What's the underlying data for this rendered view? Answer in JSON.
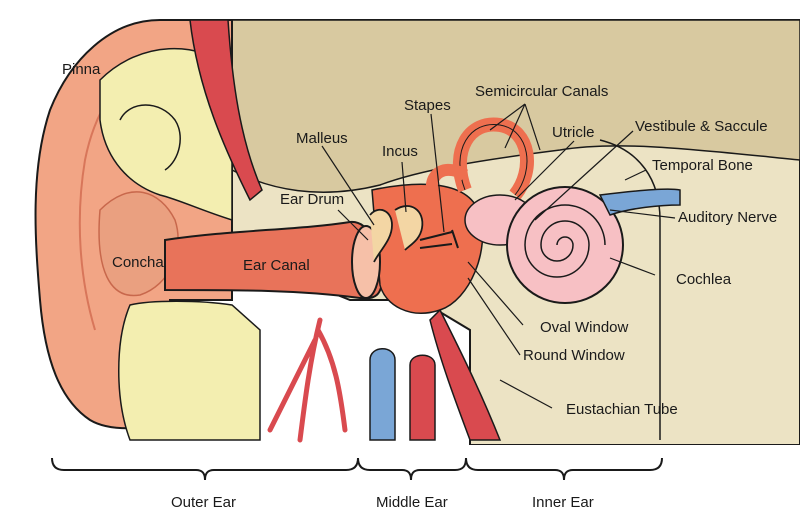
{
  "labels": {
    "pinna": "Pinna",
    "concha": "Concha",
    "ear_canal": "Ear Canal",
    "ear_drum": "Ear Drum",
    "malleus": "Malleus",
    "incus": "Incus",
    "stapes": "Stapes",
    "semicircular_canals": "Semicircular Canals",
    "utricle": "Utricle",
    "vestibule_saccule": "Vestibule & Saccule",
    "temporal_bone": "Temporal Bone",
    "auditory_nerve": "Auditory Nerve",
    "cochlea": "Cochlea",
    "oval_window": "Oval Window",
    "round_window": "Round Window",
    "eustachian_tube": "Eustachian Tube"
  },
  "sections": {
    "outer_ear": "Outer Ear",
    "middle_ear": "Middle Ear",
    "inner_ear": "Inner Ear"
  },
  "colors": {
    "skin": "#f2a585",
    "skin_dark": "#e27e5e",
    "cartilage": "#f3eeb0",
    "bone": "#ece3c4",
    "bone_dark": "#d9c9a0",
    "canal": "#e8735a",
    "middle_ear": "#ee6f4f",
    "inner_ear": "#f7c0c4",
    "muscle": "#d94a4f",
    "vein": "#7aa6d6",
    "outline": "#1a1a1a"
  }
}
